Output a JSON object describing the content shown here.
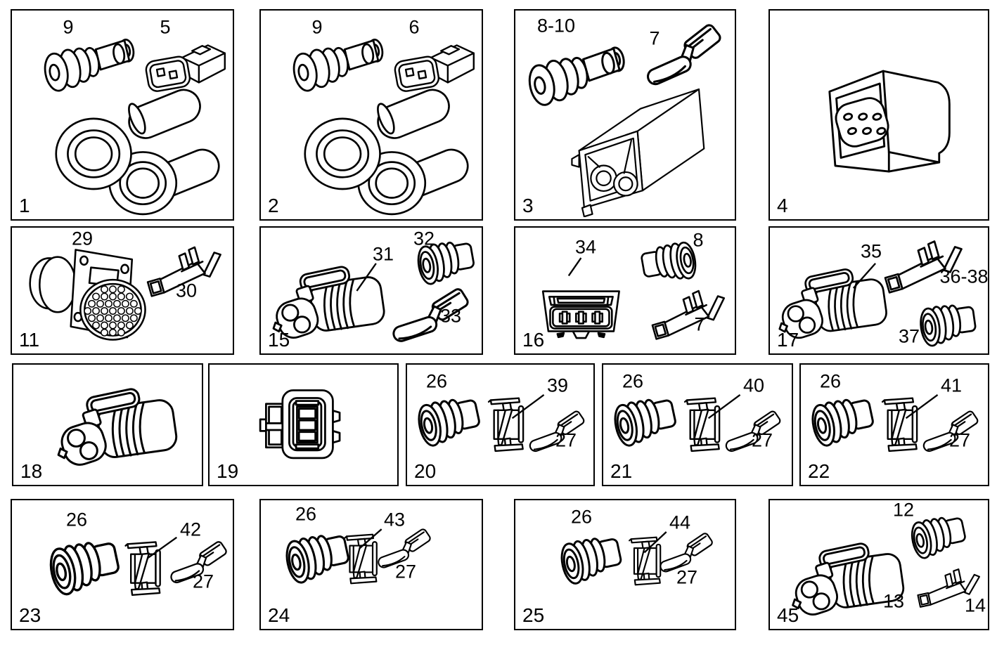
{
  "canvas": {
    "background": "#ffffff",
    "line_color": "#000000"
  },
  "panels": [
    {
      "number": "1",
      "callouts": [
        {
          "ref": "9",
          "part": "cable-seal"
        },
        {
          "ref": "5",
          "part": "2-way-plug"
        },
        {
          "ref": "",
          "part": "double-cable-boot"
        }
      ]
    },
    {
      "number": "2",
      "callouts": [
        {
          "ref": "9",
          "part": "cable-seal"
        },
        {
          "ref": "6",
          "part": "2-way-plug"
        },
        {
          "ref": "",
          "part": "double-cable-boot"
        }
      ]
    },
    {
      "number": "3",
      "callouts": [
        {
          "ref": "8-10",
          "part": "cable-seal"
        },
        {
          "ref": "7",
          "part": "flat-terminal"
        },
        {
          "ref": "",
          "part": "2-way-housing"
        }
      ]
    },
    {
      "number": "4",
      "callouts": [
        {
          "ref": "",
          "part": "6-way-connector"
        }
      ]
    },
    {
      "number": "11",
      "callouts": [
        {
          "ref": "29",
          "part": "flanged-multipin-connector"
        },
        {
          "ref": "30",
          "part": "box-terminal"
        }
      ]
    },
    {
      "number": "15",
      "callouts": [
        {
          "ref": "31",
          "part": "2-way-tower-connector"
        },
        {
          "ref": "32",
          "part": "round-seal"
        },
        {
          "ref": "33",
          "part": "flat-terminal"
        }
      ]
    },
    {
      "number": "16",
      "callouts": [
        {
          "ref": "34",
          "part": "3-way-connector"
        },
        {
          "ref": "8",
          "part": "round-seal"
        },
        {
          "ref": "7",
          "part": "box-terminal"
        }
      ]
    },
    {
      "number": "17",
      "callouts": [
        {
          "ref": "35",
          "part": "2-way-tower-connector"
        },
        {
          "ref": "36-38",
          "part": "box-terminal"
        },
        {
          "ref": "37",
          "part": "round-seal"
        }
      ]
    },
    {
      "number": "18",
      "callouts": [
        {
          "ref": "",
          "part": "2-way-tower-connector"
        }
      ]
    },
    {
      "number": "19",
      "callouts": [
        {
          "ref": "",
          "part": "3-way-connector-front"
        }
      ]
    },
    {
      "number": "20",
      "callouts": [
        {
          "ref": "26",
          "part": "round-seal"
        },
        {
          "ref": "39",
          "part": "sleeve-connector"
        },
        {
          "ref": "27",
          "part": "bullet-terminal"
        }
      ]
    },
    {
      "number": "21",
      "callouts": [
        {
          "ref": "26",
          "part": "round-seal"
        },
        {
          "ref": "40",
          "part": "sleeve-connector"
        },
        {
          "ref": "27",
          "part": "bullet-terminal"
        }
      ]
    },
    {
      "number": "22",
      "callouts": [
        {
          "ref": "26",
          "part": "round-seal"
        },
        {
          "ref": "41",
          "part": "sleeve-connector"
        },
        {
          "ref": "27",
          "part": "bullet-terminal"
        }
      ]
    },
    {
      "number": "23",
      "callouts": [
        {
          "ref": "26",
          "part": "round-seal"
        },
        {
          "ref": "42",
          "part": "sleeve-connector"
        },
        {
          "ref": "27",
          "part": "bullet-terminal"
        }
      ]
    },
    {
      "number": "24",
      "callouts": [
        {
          "ref": "26",
          "part": "round-seal"
        },
        {
          "ref": "43",
          "part": "sleeve-connector"
        },
        {
          "ref": "27",
          "part": "bullet-terminal"
        }
      ]
    },
    {
      "number": "25",
      "callouts": [
        {
          "ref": "26",
          "part": "round-seal"
        },
        {
          "ref": "44",
          "part": "sleeve-connector"
        },
        {
          "ref": "27",
          "part": "bullet-terminal"
        }
      ]
    },
    {
      "number": "45",
      "callouts": [
        {
          "ref": "12",
          "part": "round-seal"
        },
        {
          "ref": "13",
          "part": "2-way-tower-connector"
        },
        {
          "ref": "14",
          "part": "box-terminal"
        }
      ]
    }
  ]
}
